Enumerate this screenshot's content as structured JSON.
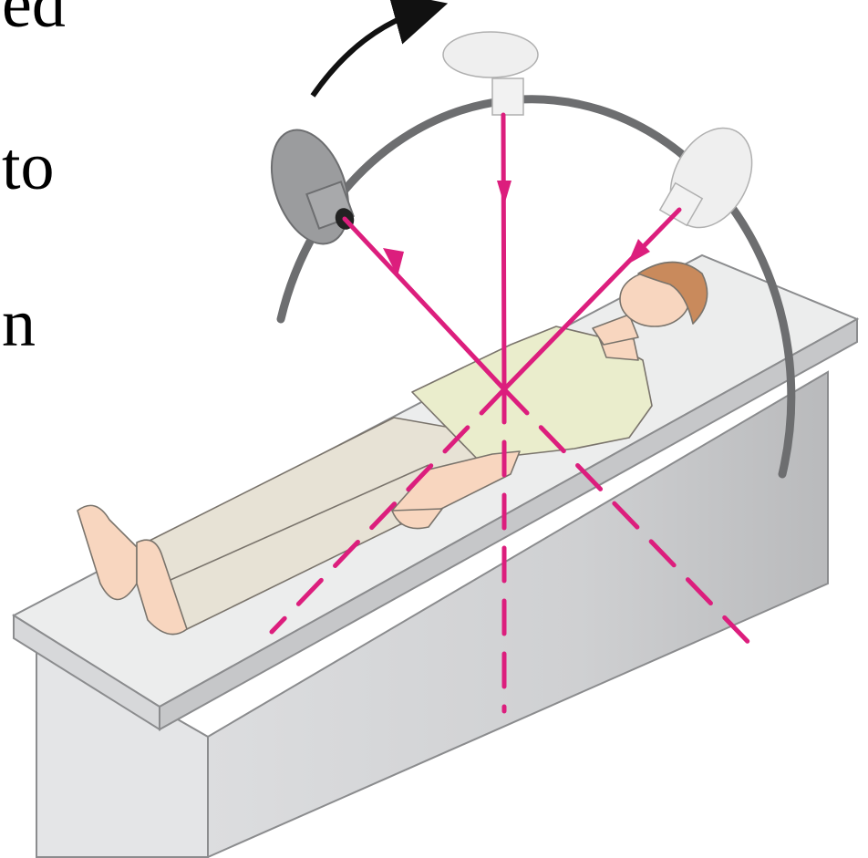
{
  "text_fragments": [
    "ed",
    "to",
    "n"
  ],
  "colors": {
    "beam": "#dc1e7d",
    "gantry_arc": "#6d6e70",
    "rotation_arrow": "#111111",
    "source_active": "#9b9c9e",
    "source_ghost": "#ececec",
    "table_top": "#e9eaeb",
    "table_side": "#d4d5d7",
    "shirt": "#eaedcc",
    "pants": "#e7e2d5",
    "skin": "#f8d6bf",
    "hair": "#c98a5c"
  }
}
